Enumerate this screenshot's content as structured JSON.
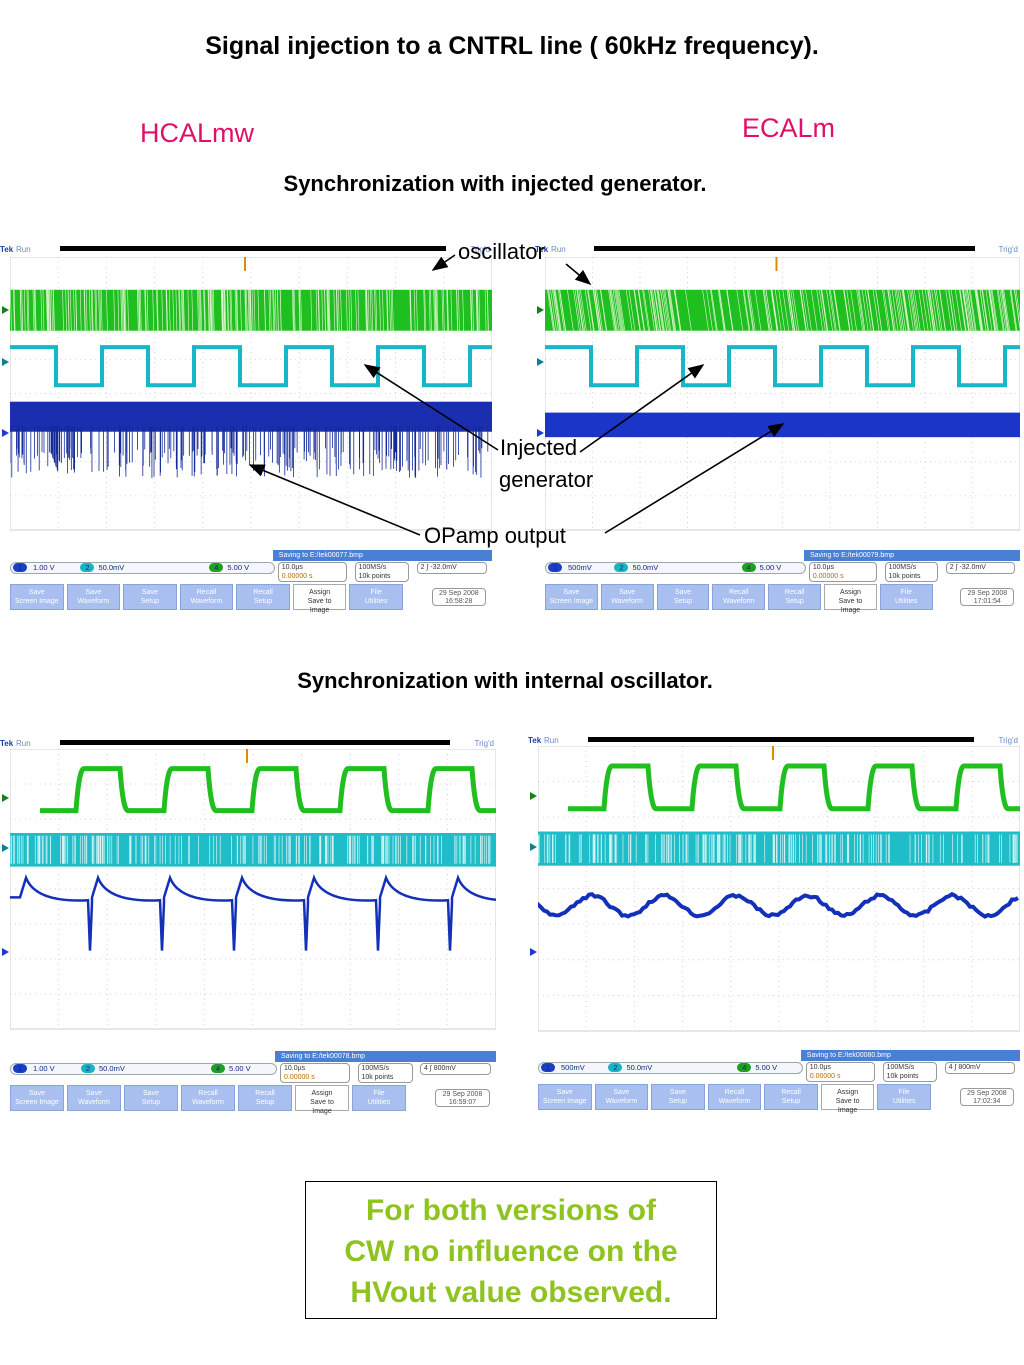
{
  "page": {
    "title": "Signal injection to a  CNTRL line ( 60kHz frequency).",
    "label_left": "HCALmw",
    "label_right": "ECALm",
    "subtitle_top": "Synchronization with injected generator.",
    "subtitle_bottom": "Synchronization with internal oscillator.",
    "annotations": {
      "oscillator": "oscillator",
      "injected_line1": "Injected",
      "injected_line2": "generator",
      "opamp": "OPamp output"
    },
    "conclusion": [
      "For both versions of",
      "CW no influence on the",
      "HVout value observed."
    ]
  },
  "colors": {
    "ch1_wave": "#1230b8",
    "ch2_wave": "#17b6c8",
    "ch4_wave": "#1fbf1f",
    "label_pink": "#e0106a",
    "conclusion_green": "#8fc31f"
  },
  "scope_common": {
    "tek": "Tek",
    "run": "Run",
    "trig": "Trig'd",
    "ch2_scale": "50.0mV",
    "ch4_scale": "5.00 V",
    "timebase": "10.0µs",
    "trigger_pos": "0.00000 s",
    "sample_rate": "100MS/s",
    "points": "10k points",
    "buttons": [
      [
        "Save",
        "Screen Image"
      ],
      [
        "Save",
        "Waveform"
      ],
      [
        "Save",
        "Setup"
      ],
      [
        "Recall",
        "Waveform"
      ],
      [
        "Recall",
        "Setup"
      ],
      [
        "Assign",
        "Save to",
        "Image"
      ],
      [
        "File",
        "Utilities"
      ]
    ]
  },
  "scopes": [
    {
      "id": "s1",
      "run": "Run",
      "ch1_scale": "1.00 V",
      "saving": "Saving to E:/tek00077.bmp",
      "trig_readout": "2  ∫ -32.0mV",
      "date": "29 Sep  2008",
      "time": "16:58:28"
    },
    {
      "id": "s2",
      "run": "Run",
      "ch1_scale": "500mV",
      "saving": "Saving to E:/tek00079.bmp",
      "trig_readout": "2  ∫ -32.0mV",
      "date": "29 Sep  2008",
      "time": "17:01:54"
    },
    {
      "id": "s3",
      "run": "Run",
      "ch1_scale": "1.00 V",
      "saving": "Saving to E:/tek00078.bmp",
      "trig_readout": "4  ∫  800mV",
      "date": "29 Sep  2008",
      "time": "16:59:07"
    },
    {
      "id": "s4",
      "run": "Run",
      "ch1_scale": "500mV",
      "saving": "Saving to E:/tek00080.bmp",
      "trig_readout": "4  ∫  800mV",
      "date": "29 Sep  2008",
      "time": "17:02:34"
    }
  ]
}
